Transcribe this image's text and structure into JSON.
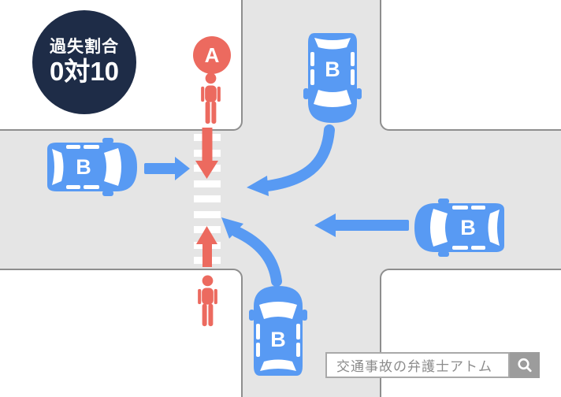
{
  "fault_badge": {
    "line1": "過失割合",
    "line2": "0対10"
  },
  "pedestrian": {
    "label": "A"
  },
  "cars": [
    {
      "id": "top",
      "label": "B",
      "heading": "down"
    },
    {
      "id": "left",
      "label": "B",
      "heading": "right"
    },
    {
      "id": "right",
      "label": "B",
      "heading": "left"
    },
    {
      "id": "bottom",
      "label": "B",
      "heading": "up"
    }
  ],
  "crosswalk": {
    "stripe_count": 9
  },
  "search": {
    "query": "交通事故の弁護士アトム",
    "button_icon": "magnifier-icon"
  },
  "colors": {
    "blue": "#589af3",
    "red": "#ec6a5f",
    "navy": "#1e2c47",
    "road": "#e5e5e5",
    "curb": "#8e8e8e",
    "searchText": "#8b8b8b",
    "searchBtn": "#9c9c9c"
  }
}
